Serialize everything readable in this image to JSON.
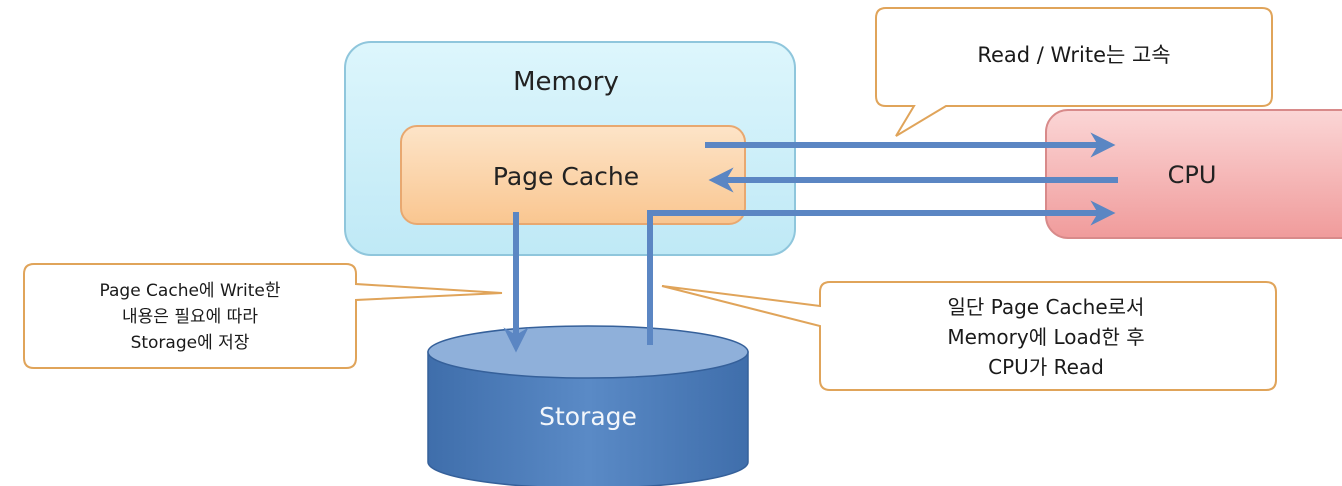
{
  "memory": {
    "label": "Memory",
    "page_cache_label": "Page Cache"
  },
  "cpu": {
    "label": "CPU"
  },
  "storage": {
    "label": "Storage"
  },
  "callouts": {
    "read_write": {
      "line1": "Read / Write는 고속"
    },
    "page_cache_write": {
      "line1": "Page Cache에 Write한",
      "line2": "내용은 필요에 따라",
      "line3": "Storage에 저장"
    },
    "load_read": {
      "line1": "일단 Page Cache로서",
      "line2": "Memory에 Load한 후",
      "line3": "CPU가 Read"
    }
  },
  "colors": {
    "memory_fill": "#c9eef8",
    "memory_stroke": "#8fc6dc",
    "page_cache_fill": "#fbd7b0",
    "page_cache_stroke": "#e8a870",
    "cpu_fill": "#f5b2b2",
    "cpu_stroke": "#d88a8a",
    "storage_fill": "#4f7fba",
    "storage_top": "#9ab8de",
    "arrow": "#5b86c3",
    "callout_stroke": "#e0a45a"
  }
}
